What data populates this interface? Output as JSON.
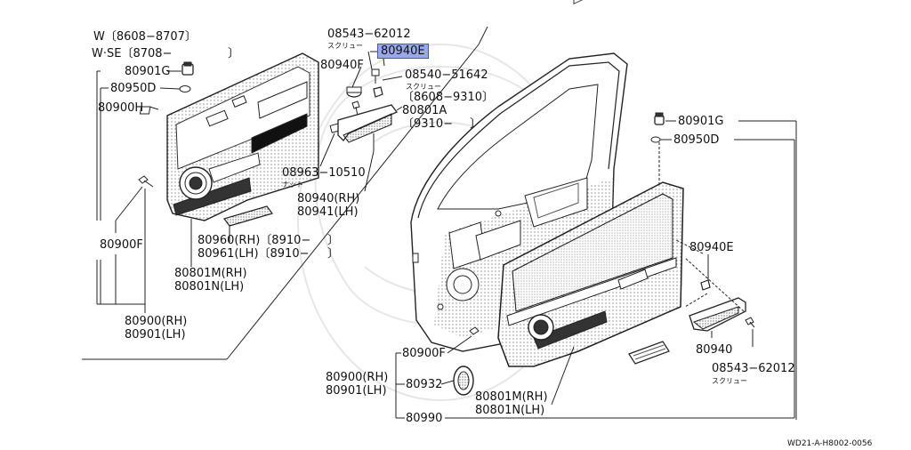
{
  "diagram": {
    "variant_line1": "W〔8608−8707〕",
    "variant_line2": "W·SE〔8708−",
    "variant_close": "〕",
    "diagram_code": "WD21-A-H8002-0056",
    "highlight_color": "#9aa8e8",
    "left_labels": {
      "p80901G": "80901G",
      "p80950D": "80950D",
      "p80900H": "80900H",
      "p80900F": "80900F",
      "p80900_rh": "80900(RH)",
      "p80901_lh": "80901(LH)",
      "p80801M_rh": "80801M(RH)",
      "p80801N_lh": "80801N(LH)",
      "p80960_rh": "80960(RH)〔8910−",
      "p80961_lh": "80961(LH)〔8910−",
      "p80960_close": "〕",
      "p80961_close": "〕"
    },
    "center_labels": {
      "p08543_top": "08543−62012",
      "screw_top": "スクリュー",
      "p80940E_hl": "80940E",
      "p80940F": "80940F",
      "p08540": "08540−51642",
      "screw_mid": "スクリュー",
      "range_8608_9310": "〔8608−9310〕",
      "p80801A": "80801A",
      "range_9310": "〔9310−",
      "range_9310_close": "〕",
      "p08963": "08963−10510",
      "nut": "ナット",
      "p80940_rh": "80940(RH)",
      "p80941_lh": "80941(LH)"
    },
    "right_labels": {
      "p80901G": "80901G",
      "p80950D": "80950D",
      "p80940E": "80940E",
      "p80940": "80940",
      "p08543": "08543−62012",
      "screw": "スクリュー",
      "p80900F": "80900F",
      "p80900_rh": "80900(RH)",
      "p80901_lh": "80901(LH)",
      "p80932": "80932",
      "p80801M_rh": "80801M(RH)",
      "p80801N_lh": "80801N(LH)",
      "p80990": "80990"
    }
  }
}
